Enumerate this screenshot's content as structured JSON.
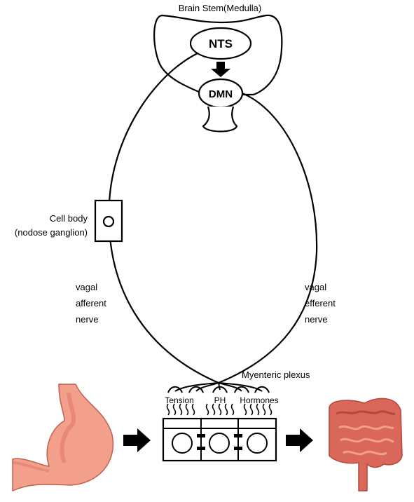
{
  "labels": {
    "brainstem": "Brain Stem(Medulla)",
    "nts": "NTS",
    "dmn": "DMN",
    "cell_body_line1": "Cell body",
    "cell_body_line2": "(nodose ganglion)",
    "afferent_line1": "vagal",
    "afferent_line2": "afferent",
    "afferent_line3": "nerve",
    "efferent_line1": "vagal",
    "efferent_line2": "efferent",
    "efferent_line3": "nerve",
    "myenteric": "Myenteric plexus",
    "tension": "Tension",
    "ph": "PH",
    "hormones": "Hormones"
  },
  "images": {
    "stomach": "stomach-illustration",
    "intestine": "intestine-illustration"
  },
  "colors": {
    "stomach_fill": "#f2a08c",
    "stomach_shade": "#e07a68",
    "intestine_fill": "#d9675a",
    "intestine_dark": "#b5473d"
  }
}
